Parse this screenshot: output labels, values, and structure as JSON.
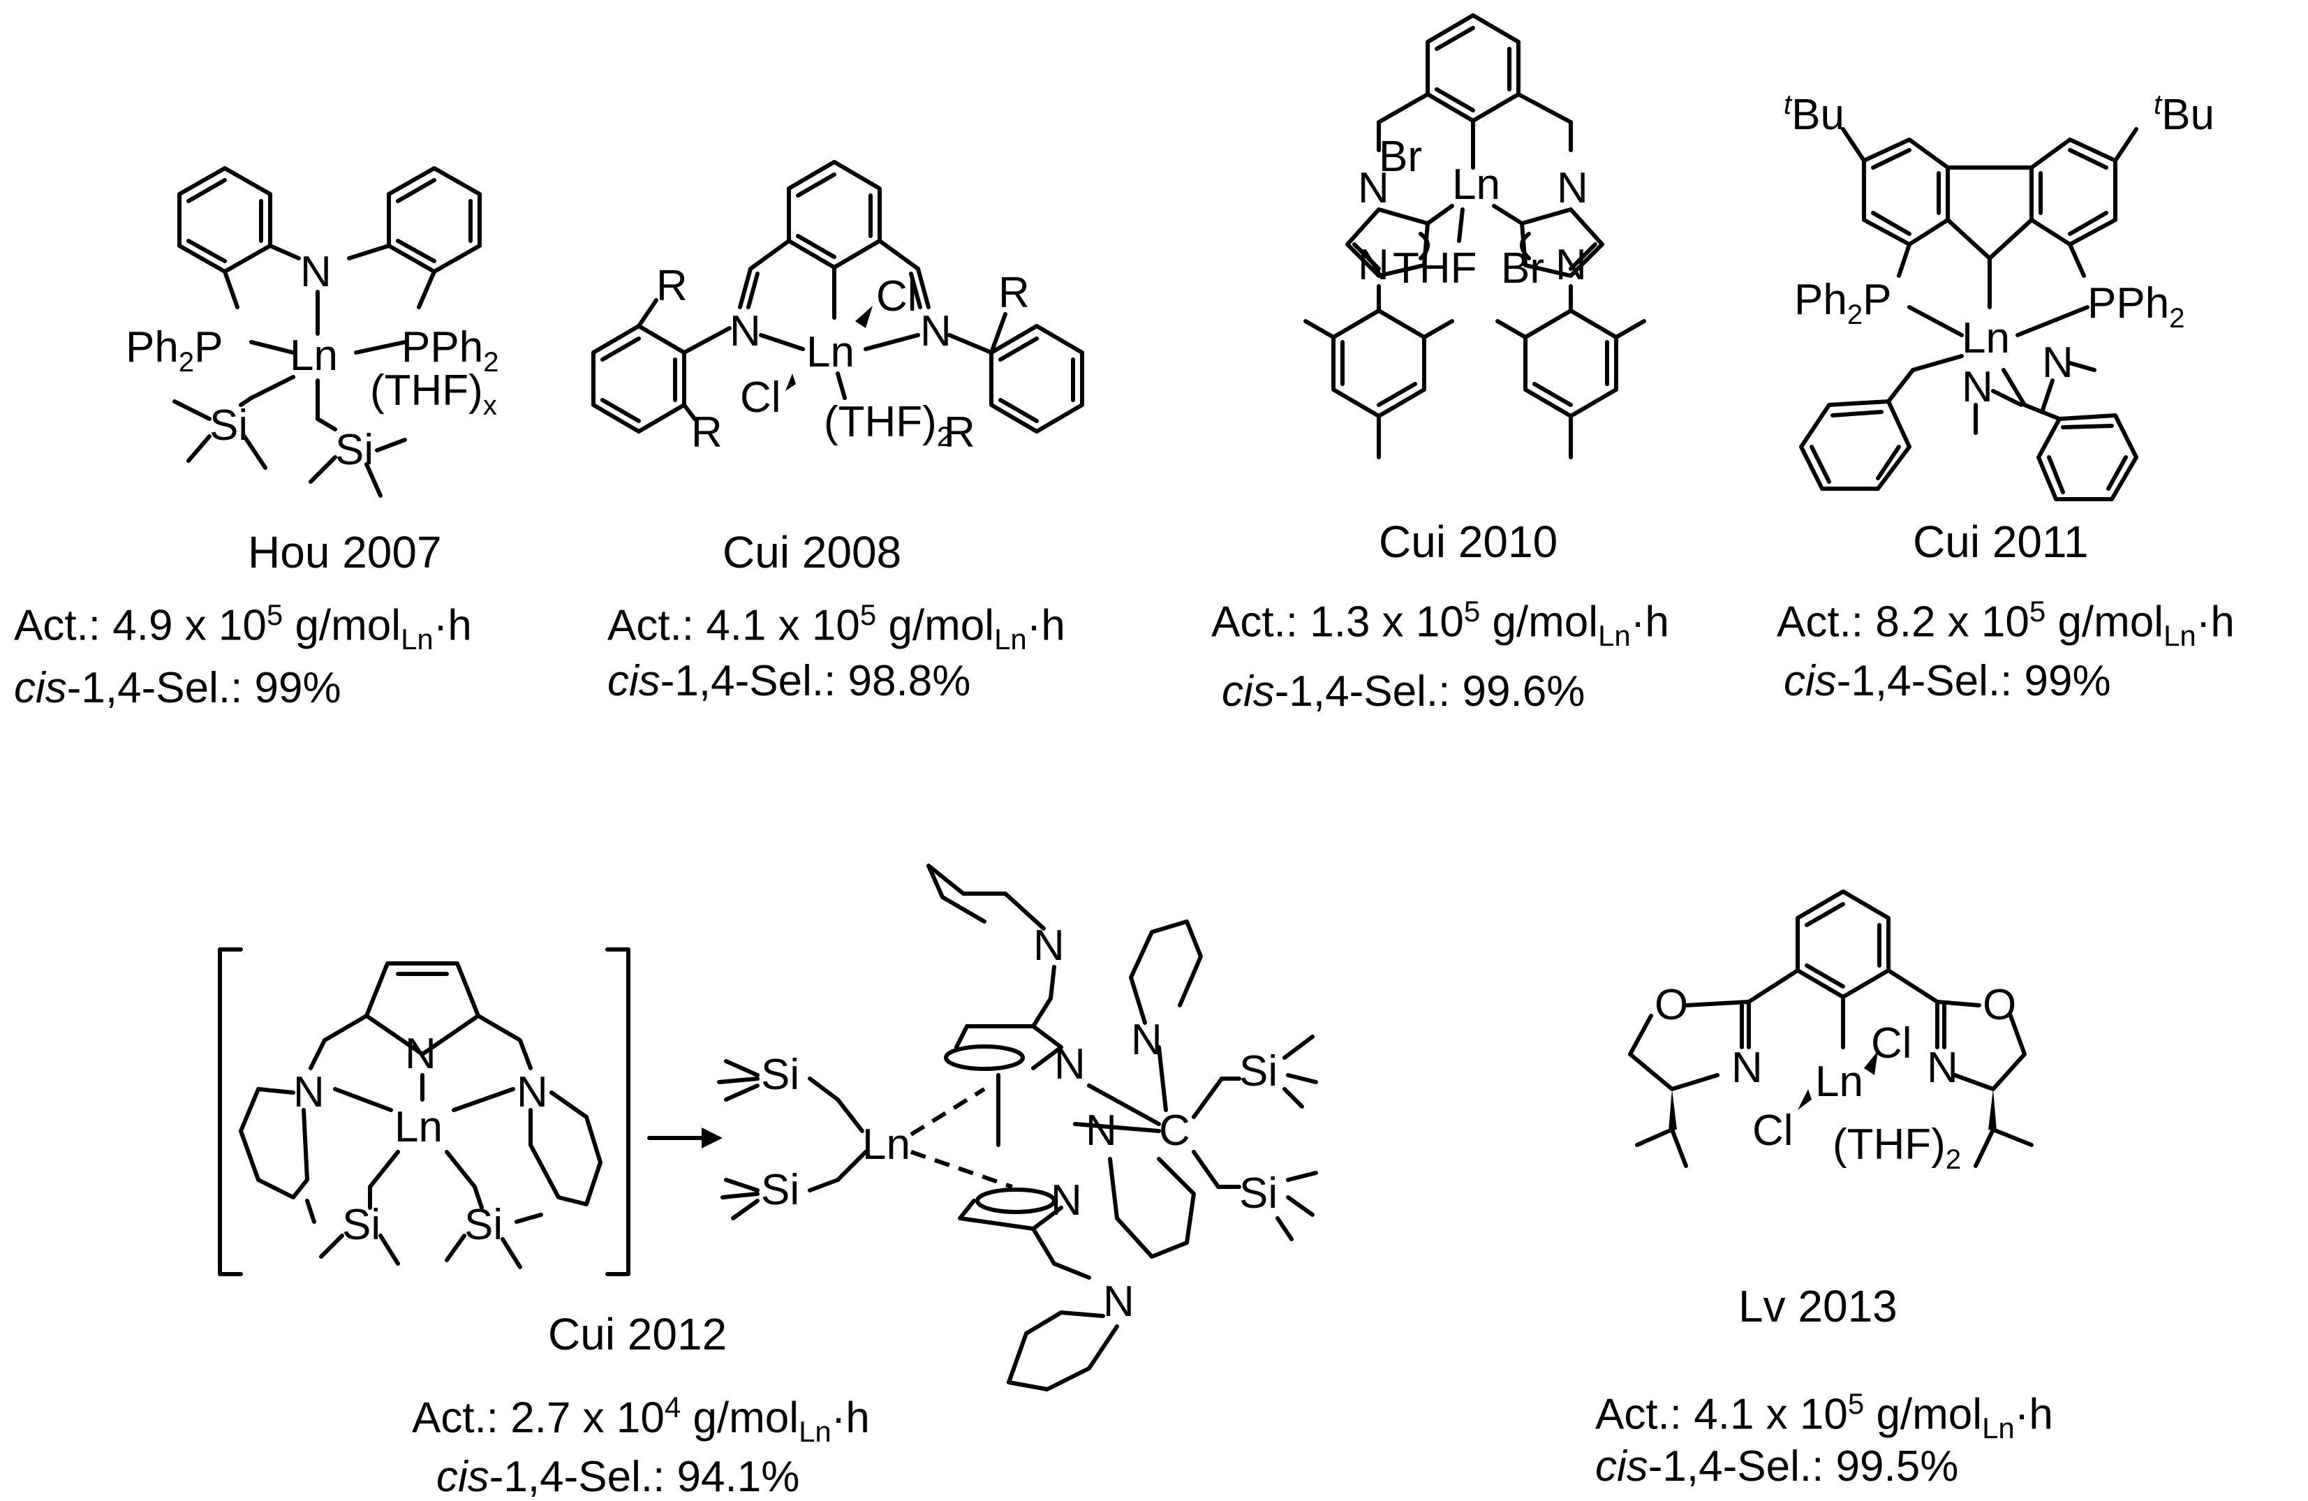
{
  "compounds": [
    {
      "id": "hou2007",
      "label": "Hou 2007",
      "activity_prefix": "Act.: 4.9 x 10",
      "activity_exp": "5",
      "activity_unit": " g/mol",
      "activity_sub": "Ln",
      "activity_suffix": "·h",
      "sel_italic": "cis",
      "sel_rest": "-1,4-Sel.: 99%"
    },
    {
      "id": "cui2008",
      "label": "Cui 2008",
      "activity_prefix": "Act.: 4.1 x 10",
      "activity_exp": "5",
      "activity_unit": " g/mol",
      "activity_sub": "Ln",
      "activity_suffix": "·h",
      "sel_italic": "cis",
      "sel_rest": "-1,4-Sel.: 98.8%"
    },
    {
      "id": "cui2010",
      "label": "Cui 2010",
      "activity_prefix": "Act.: 1.3 x 10",
      "activity_exp": "5",
      "activity_unit": " g/mol",
      "activity_sub": "Ln",
      "activity_suffix": "·h",
      "sel_italic": "cis",
      "sel_rest": "-1,4-Sel.: 99.6%"
    },
    {
      "id": "cui2011",
      "label": "Cui 2011",
      "activity_prefix": "Act.: 8.2 x 10",
      "activity_exp": "5",
      "activity_unit": " g/mol",
      "activity_sub": "Ln",
      "activity_suffix": "·h",
      "sel_italic": "cis",
      "sel_rest": "-1,4-Sel.: 99%"
    },
    {
      "id": "cui2012",
      "label": "Cui 2012",
      "activity_prefix": "Act.: 2.7 x 10",
      "activity_exp": "4",
      "activity_unit": " g/mol",
      "activity_sub": "Ln",
      "activity_suffix": "·h",
      "sel_italic": "cis",
      "sel_rest": "-1,4-Sel.: 94.1%"
    },
    {
      "id": "lv2013",
      "label": "Lv 2013",
      "activity_prefix": "Act.: 4.1 x 10",
      "activity_exp": "5",
      "activity_unit": " g/mol",
      "activity_sub": "Ln",
      "activity_suffix": "·h",
      "sel_italic": "cis",
      "sel_rest": "-1,4-Sel.: 99.5%"
    }
  ],
  "atoms": {
    "n": "N",
    "ln": "Ln",
    "p": "P",
    "si": "Si",
    "cl": "Cl",
    "br": "Br",
    "c": "C",
    "o": "O",
    "r": "R",
    "ph2": "Ph",
    "two": "2",
    "x": "x",
    "thf": "THF",
    "thf_x": "(THF)",
    "thf_2": "(THF)",
    "tbu_t": "t",
    "tbu": "Bu",
    "ph2p": "Ph",
    "pph2": "PPh"
  }
}
